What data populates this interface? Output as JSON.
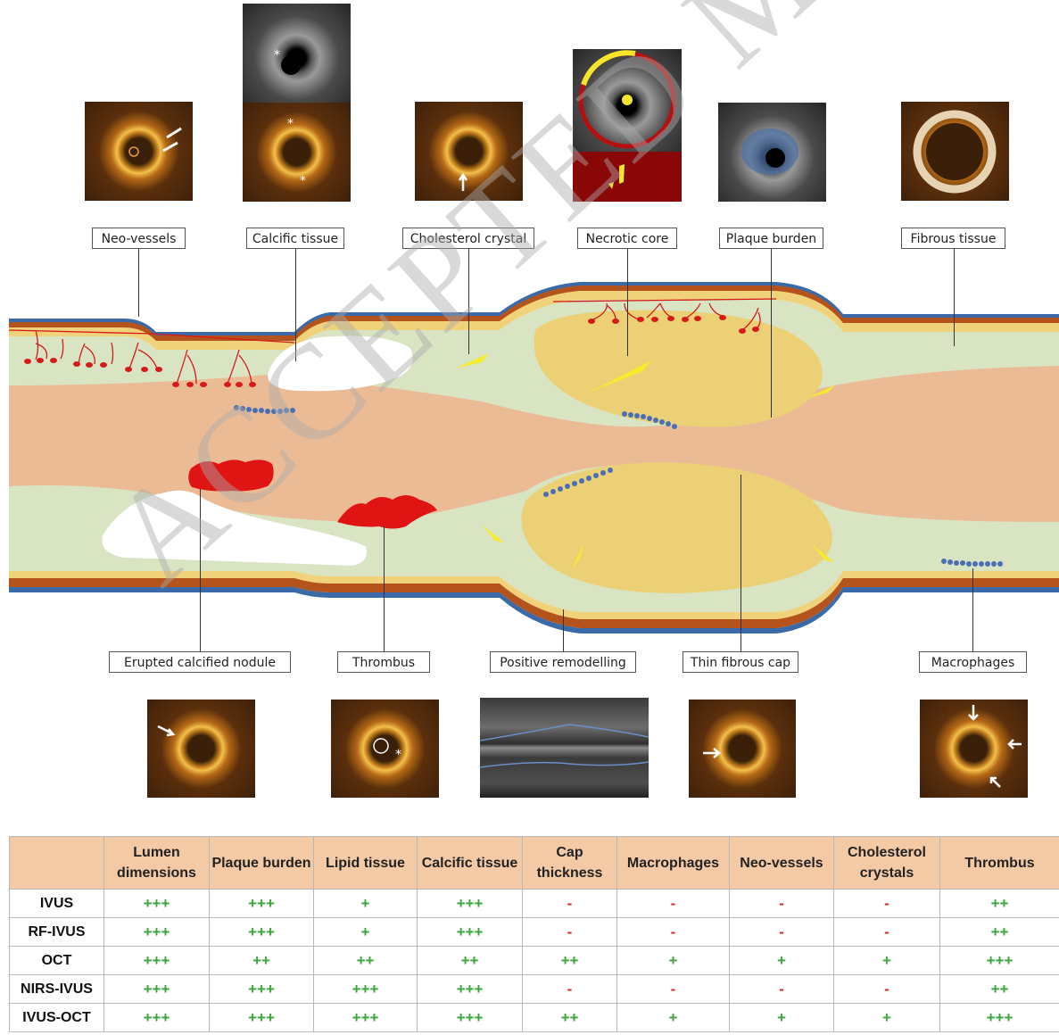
{
  "top_labels": {
    "neo_vessels": "Neo-vessels",
    "calcific_tissue": "Calcific tissue",
    "cholesterol_crystal": "Cholesterol crystal",
    "necrotic_core": "Necrotic core",
    "plaque_burden": "Plaque burden",
    "fibrous_tissue": "Fibrous tissue"
  },
  "bottom_labels": {
    "erupted_calcified_nodule": "Erupted calcified nodule",
    "thrombus": "Thrombus",
    "positive_remodelling": "Positive remodelling",
    "thin_fibrous_cap": "Thin fibrous cap",
    "macrophages": "Macrophages"
  },
  "table": {
    "headers": [
      "",
      "Lumen dimensions",
      "Plaque burden",
      "Lipid tissue",
      "Calcific tissue",
      "Cap thickness",
      "Macrophages",
      "Neo-vessels",
      "Cholesterol crystals",
      "Thrombus"
    ],
    "rows": [
      {
        "modality": "IVUS",
        "values": [
          "+++",
          "+++",
          "+",
          "+++",
          "-",
          "-",
          "-",
          "-",
          "++"
        ]
      },
      {
        "modality": "RF-IVUS",
        "values": [
          "+++",
          "+++",
          "+",
          "+++",
          "-",
          "-",
          "-",
          "-",
          "++"
        ]
      },
      {
        "modality": "OCT",
        "values": [
          "+++",
          "++",
          "++",
          "++",
          "++",
          "+",
          "+",
          "+",
          "+++"
        ]
      },
      {
        "modality": "NIRS-IVUS",
        "values": [
          "+++",
          "+++",
          "+++",
          "+++",
          "-",
          "-",
          "-",
          "-",
          "++"
        ]
      },
      {
        "modality": "IVUS-OCT",
        "values": [
          "+++",
          "+++",
          "+++",
          "+++",
          "++",
          "+",
          "+",
          "+",
          "+++"
        ]
      }
    ]
  },
  "watermark": "ACCEPTED MANUSCRIPT",
  "colors": {
    "lumen": "#ebbb96",
    "plaque": "#d9e4c3",
    "lipid": "#ecd075",
    "thrombus": "#e11414",
    "calcium": "#ffffff",
    "header_bg": "#f4c9a6",
    "plus": "#3aa53a",
    "minus": "#d9262e"
  }
}
